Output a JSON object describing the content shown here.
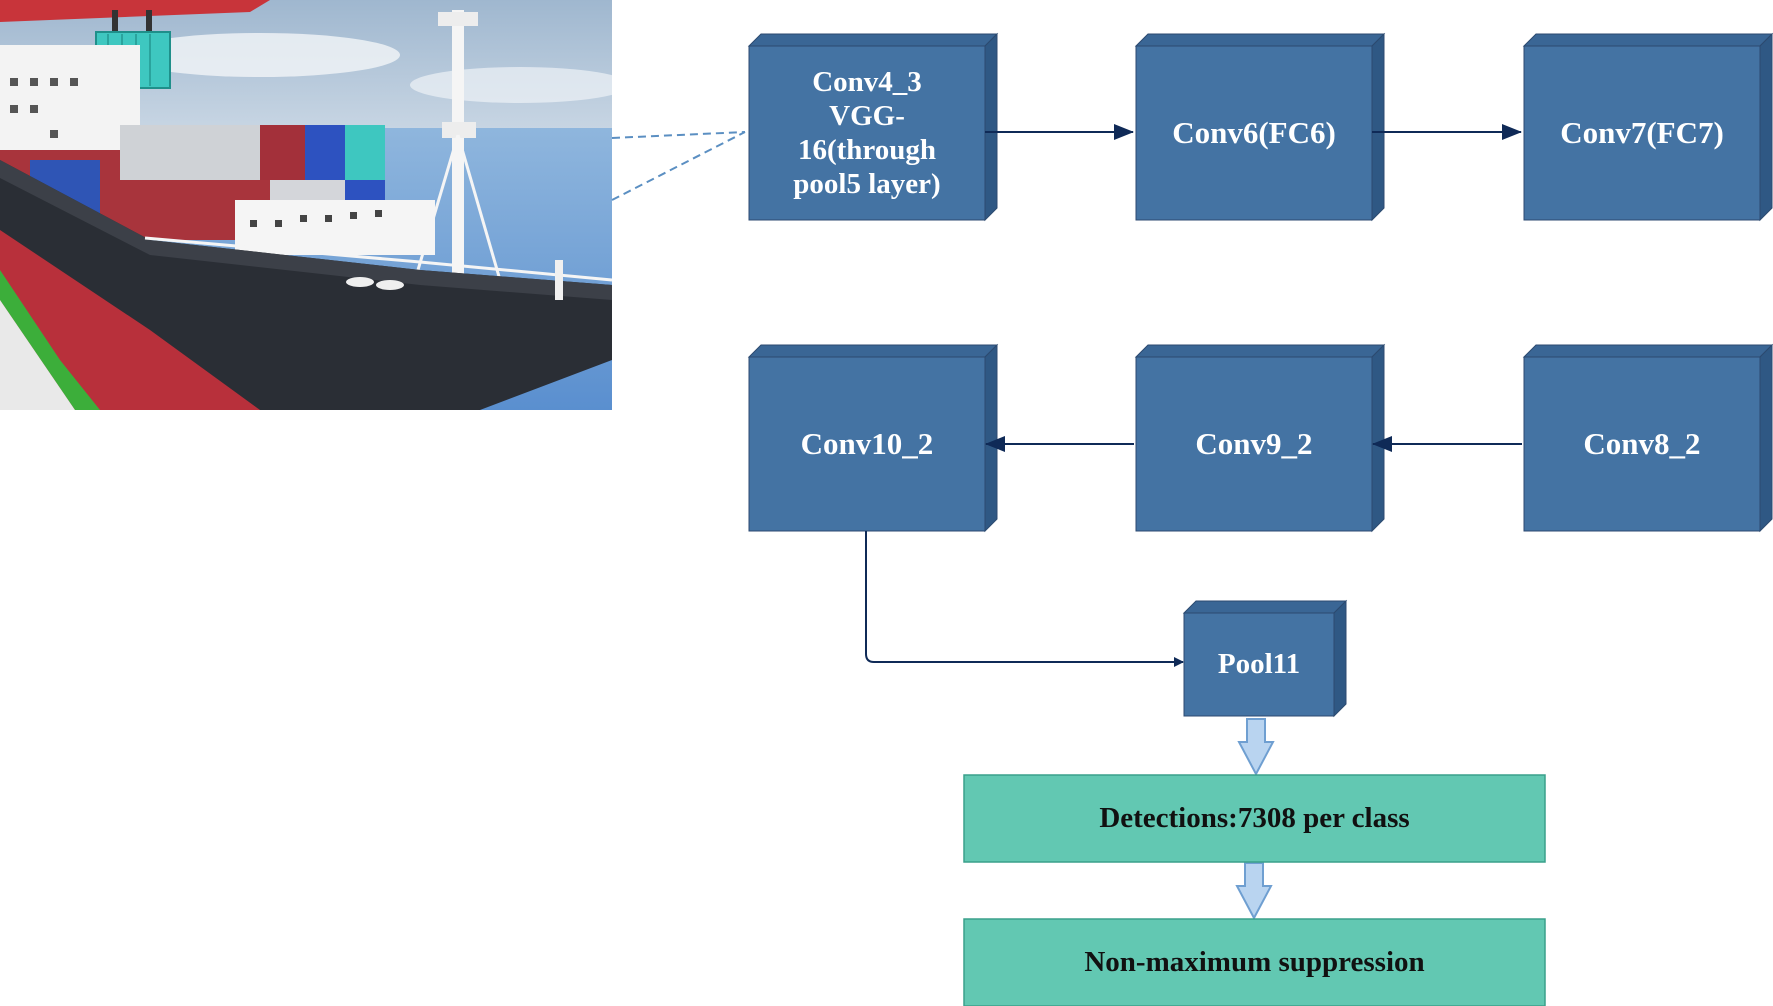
{
  "colors": {
    "block_front": "#4473a3",
    "block_top": "#3a6695",
    "block_side": "#2f5884",
    "block_stroke": "#2c4a70",
    "stage_fill": "#62c8b2",
    "stage_stroke": "#3aa08b",
    "arrow": "#0f2a57",
    "hollow_arrow_fill": "#b9d4f0",
    "hollow_arrow_stroke": "#6f9fd1",
    "dashed_line": "#5b8fc2"
  },
  "diagram": {
    "blocks": {
      "conv4_3": "Conv4_3\nVGG-\n16(through\npool5 layer)",
      "conv6": "Conv6(FC6)",
      "conv7": "Conv7(FC7)",
      "conv8_2": "Conv8_2",
      "conv9_2": "Conv9_2",
      "conv10_2": "Conv10_2",
      "pool11": "Pool11"
    },
    "stages": {
      "detections": "Detections:7308 per class",
      "nms": "Non-maximum suppression"
    },
    "input_image_icon": "container-ship-photo"
  }
}
